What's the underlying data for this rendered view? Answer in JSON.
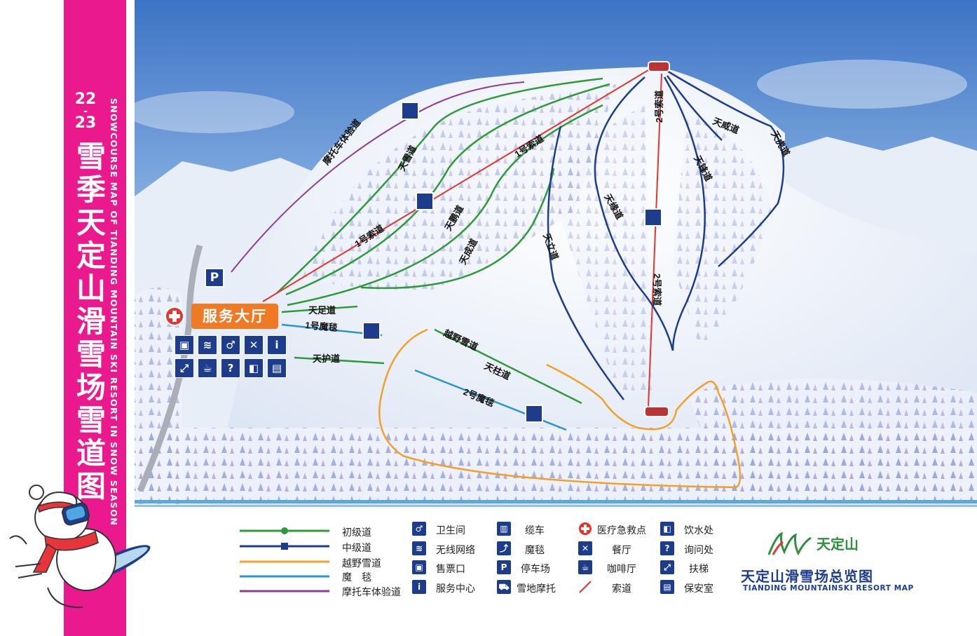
{
  "sidebar": {
    "year_top": "22",
    "year_sep": "-",
    "year_bottom": "23",
    "title_cn": "雪季天定山滑雪场雪道图",
    "title_en": "SNOWCOURSE MAP OF TIANDING MOUNTAIN SKI RESORT IN SNOW SEASON"
  },
  "map": {
    "service_hall": "服务大厅",
    "labels": {
      "moto_trail": "摩托车体验道",
      "tianxue": "天雪道",
      "cable1_upper": "1号索道",
      "cable1_lower": "1号索道",
      "tianpeng": "天鹏道",
      "tiancheng": "天成道",
      "tianli": "天立道",
      "tianhai": "天缘道",
      "cable2_upper": "2号索道",
      "cable2_lower": "2号索道",
      "tianfeng": "天锋道",
      "tianwei": "天威道",
      "tianhu_ridge": "天虎道",
      "tianzu": "天足道",
      "carpet1": "1号魔毯",
      "tianhu": "天护道",
      "yueye": "越野雪道",
      "tianzhu": "天柱道",
      "carpet2": "2号魔毯"
    },
    "icons": {
      "parking": "P",
      "medical": "medical-cross-icon"
    }
  },
  "legend": {
    "lines": [
      {
        "label": "初级道",
        "color": "#2e9a3c"
      },
      {
        "label": "中级道",
        "color": "#1d3d8c"
      },
      {
        "label": "越野雪道",
        "color": "#f2a02a"
      },
      {
        "label": "魔　毯",
        "color": "#2a93d4"
      },
      {
        "label": "摩托车体验道",
        "color": "#8b3c96"
      }
    ],
    "col1": [
      "卫生间",
      "无线网络",
      "售票口",
      "服务中心"
    ],
    "col2": [
      "缆车",
      "魔毯",
      "停车场",
      "雪地摩托"
    ],
    "col3": [
      "医疗急救点",
      "餐厅",
      "咖啡厅",
      "索道"
    ],
    "col4": [
      "饮水处",
      "询问处",
      "扶梯",
      "保安室"
    ]
  },
  "brand": {
    "logo_text": "天定山",
    "name_cn": "天定山滑雪场总览图",
    "name_en": "TIANDING MOUNTAINSKI RESORT MAP"
  }
}
